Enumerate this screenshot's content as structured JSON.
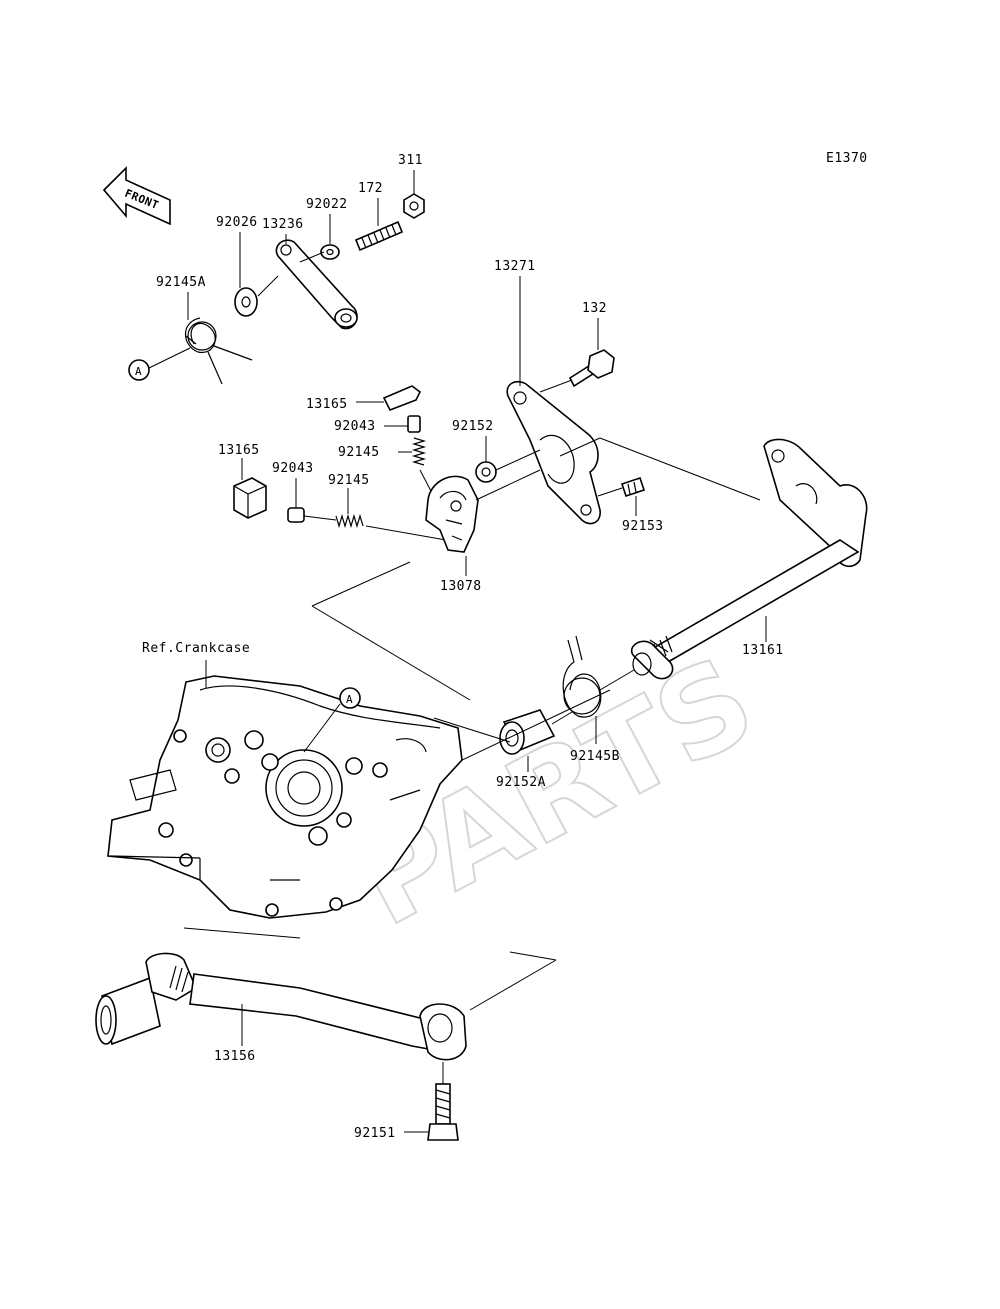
{
  "diagram_code": "E1370",
  "front_label": "FRONT",
  "ref_label": "Ref.Crankcase",
  "watermark": "PARTS",
  "marker_a": "A",
  "parts": [
    {
      "id": "p311",
      "number": "311"
    },
    {
      "id": "p172",
      "number": "172"
    },
    {
      "id": "p92022",
      "number": "92022"
    },
    {
      "id": "p13236",
      "number": "13236"
    },
    {
      "id": "p92026",
      "number": "92026"
    },
    {
      "id": "p92145A",
      "number": "92145A"
    },
    {
      "id": "p132",
      "number": "132"
    },
    {
      "id": "p13271",
      "number": "13271"
    },
    {
      "id": "p13165a",
      "number": "13165"
    },
    {
      "id": "p92043a",
      "number": "92043"
    },
    {
      "id": "p92145a",
      "number": "92145"
    },
    {
      "id": "p92152",
      "number": "92152"
    },
    {
      "id": "p13165b",
      "number": "13165"
    },
    {
      "id": "p92043b",
      "number": "92043"
    },
    {
      "id": "p92145b",
      "number": "92145"
    },
    {
      "id": "p92153",
      "number": "92153"
    },
    {
      "id": "p13078",
      "number": "13078"
    },
    {
      "id": "p13161",
      "number": "13161"
    },
    {
      "id": "p92145B",
      "number": "92145B"
    },
    {
      "id": "p92152A",
      "number": "92152A"
    },
    {
      "id": "p13156",
      "number": "13156"
    },
    {
      "id": "p92151",
      "number": "92151"
    }
  ]
}
